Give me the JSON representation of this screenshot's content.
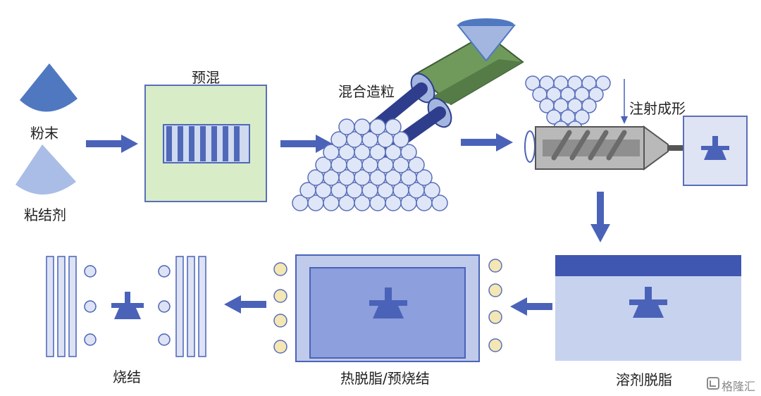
{
  "labels": {
    "powder": "粉末",
    "binder": "粘结剂",
    "premix": "预混",
    "granulation": "混合造粒",
    "injection": "注射成形",
    "solvent_debinding": "溶剂脱脂",
    "thermal_debinding": "热脱脂/预烧结",
    "sintering": "烧结"
  },
  "watermark": "格隆汇",
  "colors": {
    "arrow": "#4a63b8",
    "cone_dark": "#4f78c0",
    "cone_light": "#a9bde6",
    "premix_box": "#d8ecc8",
    "stripe_dark": "#5068b8",
    "stripe_light": "#cfd9f0",
    "barrel_green": "#6f9a5c",
    "nozzle": "#2e3d8c",
    "bead": "#dfe6f8",
    "bead_stroke": "#5a6fb8",
    "machine": "#b9b9b9",
    "mold_box": "#dfe4f4",
    "part": "#4a63b8",
    "debind_top": "#3f57b0",
    "debind_body": "#c7d2ef",
    "furnace": "#8d9fdc",
    "yellow_bead": "#f5e7b4",
    "bar_fill": "#dde3f4"
  }
}
